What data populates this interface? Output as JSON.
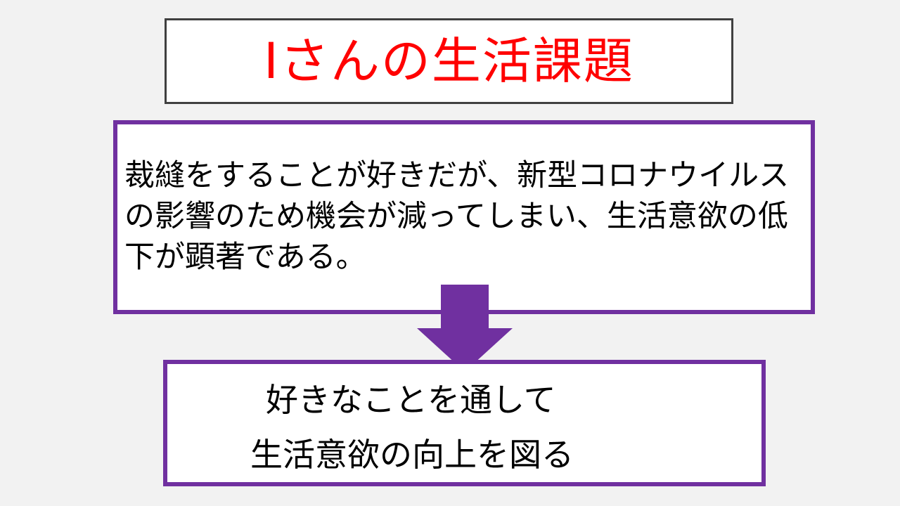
{
  "title": {
    "text": "Iさんの生活課題",
    "color": "#ff0000"
  },
  "problem": {
    "text": "裁縫をすることが好きだが、新型コロナウイルスの影響のため機会が減ってしまい、生活意欲の低下が顕著である。"
  },
  "goal": {
    "line1": "好きなことを通して",
    "line2": "生活意欲の向上を図る"
  },
  "colors": {
    "accent": "#7030a0",
    "title_border": "#404040",
    "background": "#f2f2f2"
  },
  "icons": {
    "arrow": "down-arrow-icon"
  }
}
